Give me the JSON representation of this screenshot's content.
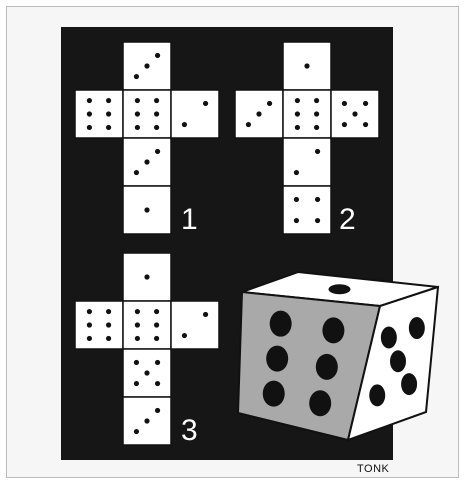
{
  "colors": {
    "background": "#161616",
    "face": "#ffffff",
    "pip": "#111111",
    "shade": "#a9a9a9",
    "frame": "#f6f6f6"
  },
  "nets": [
    {
      "label": "1",
      "faces": [
        {
          "name": "top",
          "pips": 3
        },
        {
          "name": "left",
          "pips": 6
        },
        {
          "name": "center",
          "pips": 6
        },
        {
          "name": "right",
          "pips": 2
        },
        {
          "name": "below",
          "pips": 3
        },
        {
          "name": "bottom",
          "pips": 1
        }
      ]
    },
    {
      "label": "2",
      "faces": [
        {
          "name": "top",
          "pips": 1
        },
        {
          "name": "left",
          "pips": 3
        },
        {
          "name": "center",
          "pips": 6
        },
        {
          "name": "right",
          "pips": 5
        },
        {
          "name": "below",
          "pips": 2
        },
        {
          "name": "bottom",
          "pips": 4
        }
      ]
    },
    {
      "label": "3",
      "faces": [
        {
          "name": "top",
          "pips": 1
        },
        {
          "name": "left",
          "pips": 6
        },
        {
          "name": "center",
          "pips": 6
        },
        {
          "name": "right",
          "pips": 2
        },
        {
          "name": "below",
          "pips": 5
        },
        {
          "name": "bottom",
          "pips": 3
        }
      ]
    }
  ],
  "die": {
    "top_pips": 1,
    "front_pips": 6,
    "side_pips": 5
  },
  "credit": "TONK"
}
